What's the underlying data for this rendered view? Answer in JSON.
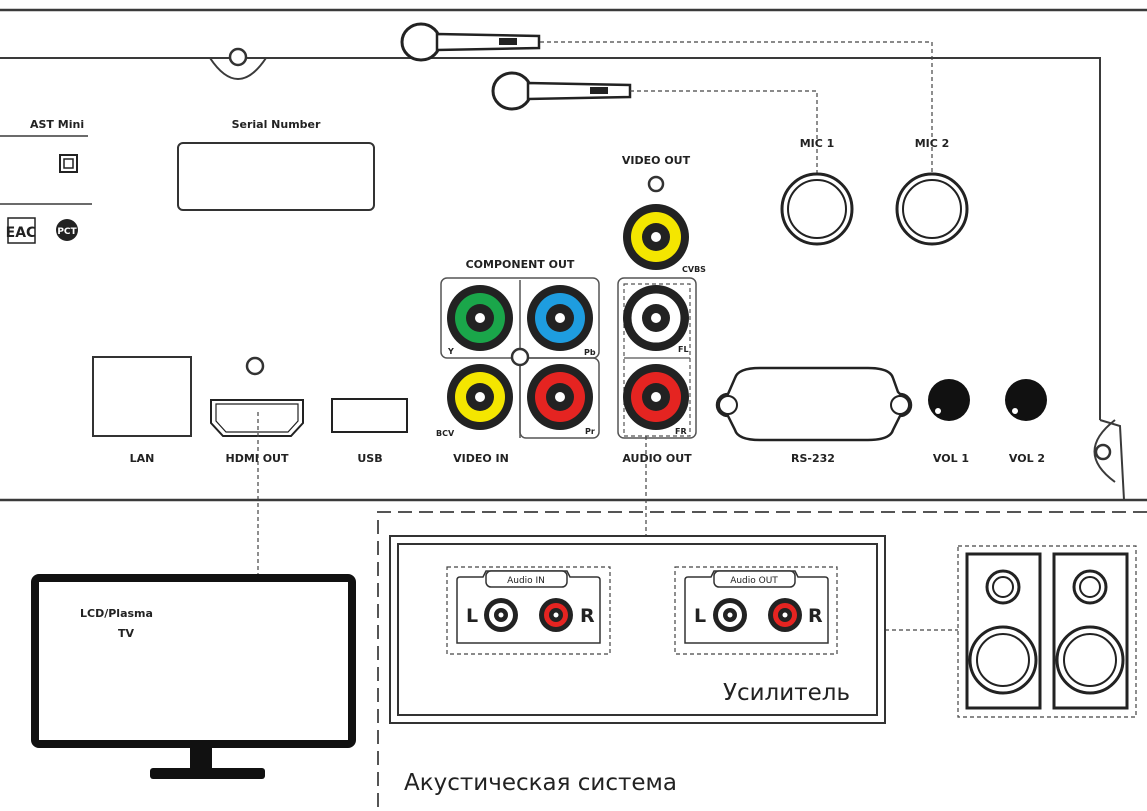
{
  "device": {
    "model_label": "AST Mini",
    "serial_label": "Serial Number",
    "cert_mark": "ЕАС",
    "cert_mark2": "PCT"
  },
  "ports": {
    "video_out": "VIDEO OUT",
    "cvbs": "CVBS",
    "component_out": "COMPONENT OUT",
    "comp_y": "Y",
    "comp_pb": "Pb",
    "comp_pr": "Pr",
    "video_in_cvbs": "BCV",
    "audio_fl": "FL",
    "audio_fr": "FR",
    "mic1": "MIC 1",
    "mic2": "MIC 2",
    "lan": "LAN",
    "hdmi_out": "HDMI OUT",
    "usb": "USB",
    "video_in": "VIDEO IN",
    "audio_out": "AUDIO OUT",
    "rs232": "RS-232",
    "vol1": "VOL 1",
    "vol2": "VOL 2"
  },
  "tv": {
    "line1": "LCD/Plasma",
    "line2": "TV"
  },
  "amplifier": {
    "audio_in": "Audio IN",
    "audio_out": "Audio OUT",
    "left": "L",
    "right": "R",
    "title": "Усилитель"
  },
  "acoustic_system": "Акустическая система",
  "colors": {
    "green": "#1aa64a",
    "blue": "#1e9de0",
    "red": "#e52421",
    "yellow": "#f4e600",
    "white": "#ffffff",
    "line": "#3a3a3a"
  }
}
